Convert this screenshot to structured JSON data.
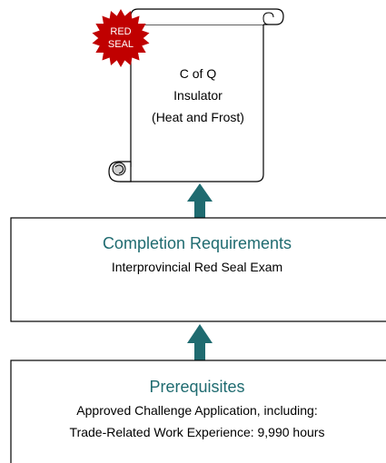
{
  "seal": {
    "line1": "RED",
    "line2": "SEAL",
    "color": "#c00000"
  },
  "certificate": {
    "line1": "C of Q",
    "line2": "Insulator",
    "line3": "(Heat and Frost)"
  },
  "completion": {
    "title": "Completion Requirements",
    "item": "Interprovincial Red Seal Exam"
  },
  "prerequisites": {
    "title": "Prerequisites",
    "line1": "Approved Challenge Application, including:",
    "line2": "Trade-Related Work Experience: 9,990 hours"
  },
  "colors": {
    "accent": "#1f6b70",
    "heading": "#1f6b70",
    "text": "#000000",
    "border": "#000000"
  }
}
